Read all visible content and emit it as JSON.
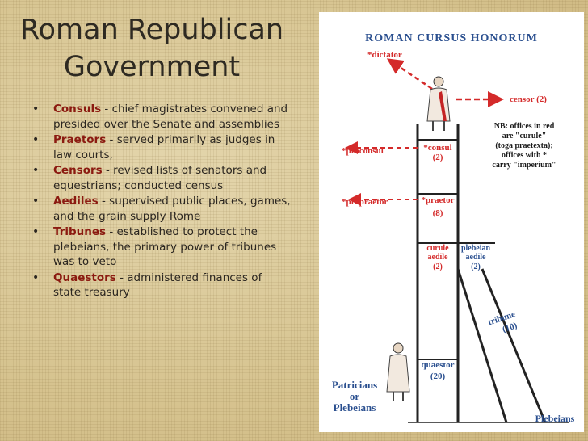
{
  "slide": {
    "title_line1": "Roman Republican",
    "title_line2": "Government",
    "bullets": [
      {
        "term": "Consuls",
        "text": " - chief magistrates  convened and presided over the Senate and assemblies"
      },
      {
        "term": "Praetors",
        "text": " - served primarily as judges in law courts,"
      },
      {
        "term": "Censors",
        "text": " - revised lists of senators and equestrians; conducted census"
      },
      {
        "term": "Aediles",
        "text": " - supervised public places, games, and the grain supply Rome"
      },
      {
        "term": "Tribunes",
        "text": " - established to protect the plebeians, the primary power of tribunes was to veto"
      },
      {
        "term": "Quaestors",
        "text": " - administered finances of state treasury"
      }
    ]
  },
  "diagram": {
    "title": "ROMAN  CURSUS  HONORUM",
    "dictator": "*dictator",
    "censor": "censor (2)",
    "note": [
      "NB: offices in red",
      "are \"curule\"",
      "(toga praetexta);",
      "offices with *",
      "carry \"imperium\""
    ],
    "proconsul": "*proconsul",
    "consul": "*consul",
    "consul_count": "(2)",
    "propraetor": "*propraetor",
    "praetor": "*praetor",
    "praetor_count": "(8)",
    "curule": "curule",
    "aedile": "aedile",
    "curule_aedile_count": "(2)",
    "plebeian": "plebeian",
    "plebeian_aedile": "aedile",
    "plebeian_aedile_count": "(2)",
    "tribune": "tribune",
    "tribune_count": "(10)",
    "quaestor": "quaestor",
    "quaestor_count": "(20)",
    "patricians": [
      "Patricians",
      "or",
      "Plebeians"
    ],
    "plebeians": "Plebeians"
  },
  "colors": {
    "curule_red": "#d42a2a",
    "plebeian_blue": "#2a4f8f",
    "term_red": "#8b1a10"
  }
}
